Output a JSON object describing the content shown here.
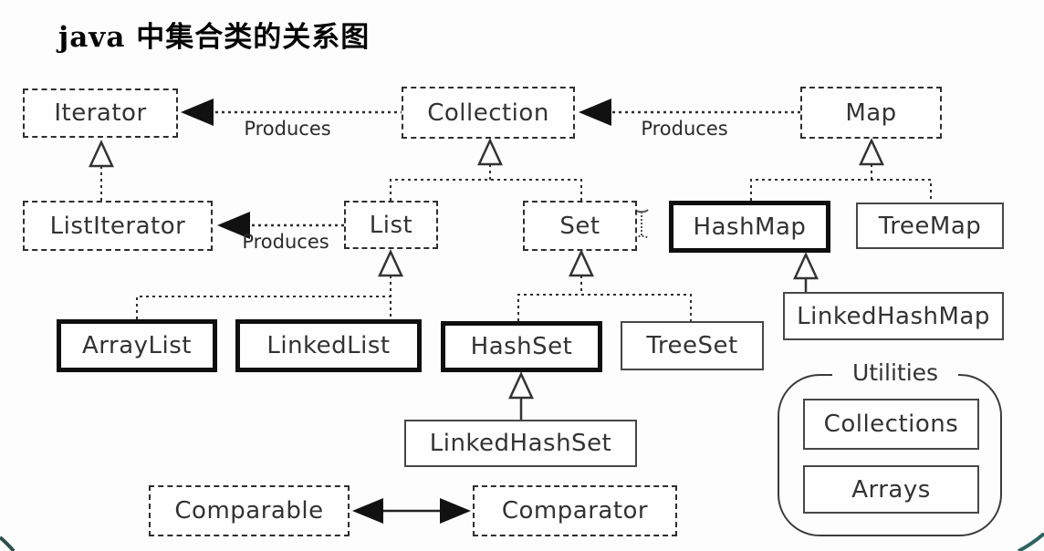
{
  "title": "java 中集合类的关系图",
  "nodes": {
    "iterator": "Iterator",
    "collection": "Collection",
    "map": "Map",
    "list_iterator": "ListIterator",
    "list": "List",
    "set": "Set",
    "hash_map": "HashMap",
    "tree_map": "TreeMap",
    "array_list": "ArrayList",
    "linked_list": "LinkedList",
    "hash_set": "HashSet",
    "tree_set": "TreeSet",
    "linked_hash_set": "LinkedHashSet",
    "linked_hash_map": "LinkedHashMap",
    "comparable": "Comparable",
    "comparator": "Comparator",
    "collections": "Collections",
    "arrays": "Arrays"
  },
  "labels": {
    "produces": "Produces",
    "utilities": "Utilities"
  },
  "colors": {
    "line": "#333333",
    "arrow_fill": "#111111",
    "accent_teal": "#2e635f"
  }
}
